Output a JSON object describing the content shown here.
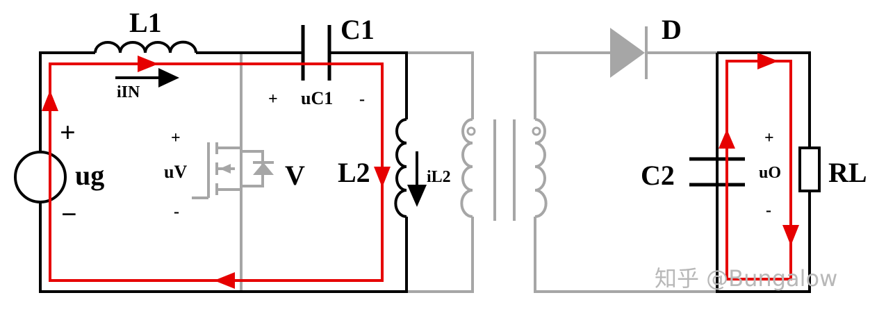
{
  "labels": {
    "L1": "L1",
    "C1": "C1",
    "D": "D",
    "iIN": "iIN",
    "plus_c1": "+",
    "uC1": "uC1",
    "minus_c1": "-",
    "plus_ug": "+",
    "ug": "ug",
    "minus_ug": "−",
    "plus_uv": "+",
    "uV": "uV",
    "minus_uv": "-",
    "V": "V",
    "L2": "L2",
    "iL2": "iL2",
    "C2": "C2",
    "plus_uo": "+",
    "uO": "uO",
    "minus_uo": "-",
    "RL": "RL"
  },
  "watermark": "知乎 @Bungalow",
  "colors": {
    "active_wire": "#000000",
    "inactive_wire": "#a6a6a6",
    "current_path": "#e60000",
    "watermark": "#b8b8b8"
  }
}
